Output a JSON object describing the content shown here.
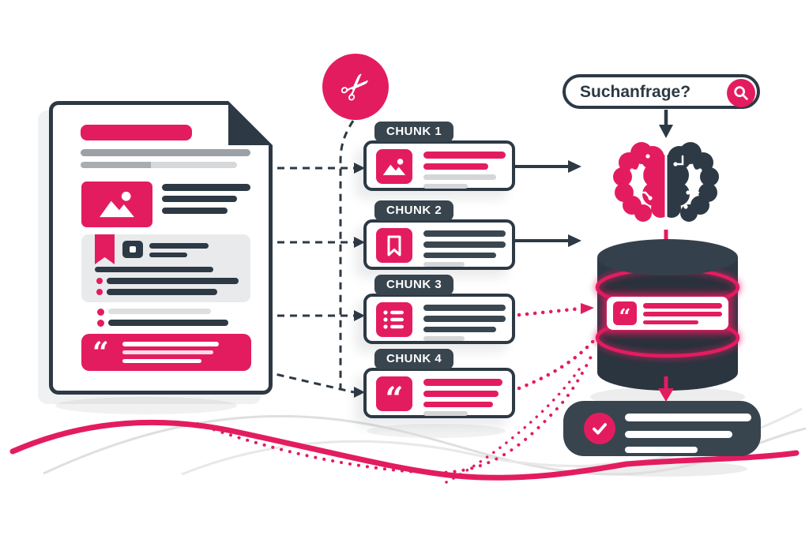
{
  "search": {
    "query": "Suchanfrage?"
  },
  "chunks": [
    {
      "label": "CHUNK 1",
      "icon": "image-icon"
    },
    {
      "label": "CHUNK 2",
      "icon": "bookmark-icon"
    },
    {
      "label": "CHUNK 3",
      "icon": "list-icon"
    },
    {
      "label": "CHUNK 4",
      "icon": "quote-icon"
    }
  ],
  "glyphs": {
    "scissors": "✂",
    "quote": "“"
  },
  "icons": {
    "left": "source-document",
    "middle": "scissors-icon",
    "right_top": "search-query-pill",
    "right_brain": "brain-icon",
    "right_db": "vector-database-icon",
    "right_result": "answer-checkmark-box"
  },
  "colors": {
    "pink": "#e31c60",
    "dark": "#2d3944",
    "badge_dark": "#38454f",
    "gray_line": "#c9ccd0",
    "block_gray": "#e9eaeb"
  }
}
